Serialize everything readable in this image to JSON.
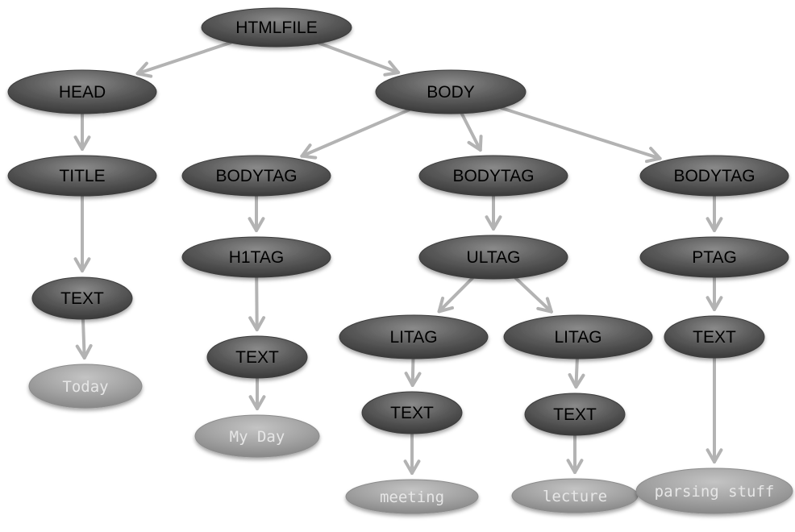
{
  "nodes": [
    {
      "id": "htmlfile",
      "label": "HTMLFILE",
      "kind": "element"
    },
    {
      "id": "head",
      "label": "HEAD",
      "kind": "element"
    },
    {
      "id": "body",
      "label": "BODY",
      "kind": "element"
    },
    {
      "id": "title",
      "label": "TITLE",
      "kind": "element"
    },
    {
      "id": "bodytag1",
      "label": "BODYTAG",
      "kind": "element"
    },
    {
      "id": "bodytag2",
      "label": "BODYTAG",
      "kind": "element"
    },
    {
      "id": "bodytag3",
      "label": "BODYTAG",
      "kind": "element"
    },
    {
      "id": "text1",
      "label": "TEXT",
      "kind": "element"
    },
    {
      "id": "h1tag",
      "label": "H1TAG",
      "kind": "element"
    },
    {
      "id": "ultag",
      "label": "ULTAG",
      "kind": "element"
    },
    {
      "id": "ptag",
      "label": "PTAG",
      "kind": "element"
    },
    {
      "id": "today",
      "label": "Today",
      "kind": "leaf"
    },
    {
      "id": "text2",
      "label": "TEXT",
      "kind": "element"
    },
    {
      "id": "litag1",
      "label": "LITAG",
      "kind": "element"
    },
    {
      "id": "litag2",
      "label": "LITAG",
      "kind": "element"
    },
    {
      "id": "text5",
      "label": "TEXT",
      "kind": "element"
    },
    {
      "id": "myday",
      "label": "My Day",
      "kind": "leaf"
    },
    {
      "id": "text3",
      "label": "TEXT",
      "kind": "element"
    },
    {
      "id": "text4",
      "label": "TEXT",
      "kind": "element"
    },
    {
      "id": "meeting",
      "label": "meeting",
      "kind": "leaf"
    },
    {
      "id": "lecture",
      "label": "lecture",
      "kind": "leaf"
    },
    {
      "id": "parsing",
      "label": "parsing stuff",
      "kind": "leaf"
    }
  ],
  "edges": [
    [
      "htmlfile",
      "head"
    ],
    [
      "htmlfile",
      "body"
    ],
    [
      "head",
      "title"
    ],
    [
      "title",
      "text1"
    ],
    [
      "text1",
      "today"
    ],
    [
      "body",
      "bodytag1"
    ],
    [
      "body",
      "bodytag2"
    ],
    [
      "body",
      "bodytag3"
    ],
    [
      "bodytag1",
      "h1tag"
    ],
    [
      "h1tag",
      "text2"
    ],
    [
      "text2",
      "myday"
    ],
    [
      "bodytag2",
      "ultag"
    ],
    [
      "ultag",
      "litag1"
    ],
    [
      "ultag",
      "litag2"
    ],
    [
      "litag1",
      "text3"
    ],
    [
      "text3",
      "meeting"
    ],
    [
      "litag2",
      "text4"
    ],
    [
      "text4",
      "lecture"
    ],
    [
      "bodytag3",
      "ptag"
    ],
    [
      "ptag",
      "text5"
    ],
    [
      "text5",
      "parsing"
    ]
  ],
  "colors": {
    "element_fill": "#4a4a4a",
    "element_text": "#000000",
    "leaf_fill": "#9a9a9a",
    "leaf_text": "#e6e6e6",
    "arrow": "#b3b3b3"
  }
}
